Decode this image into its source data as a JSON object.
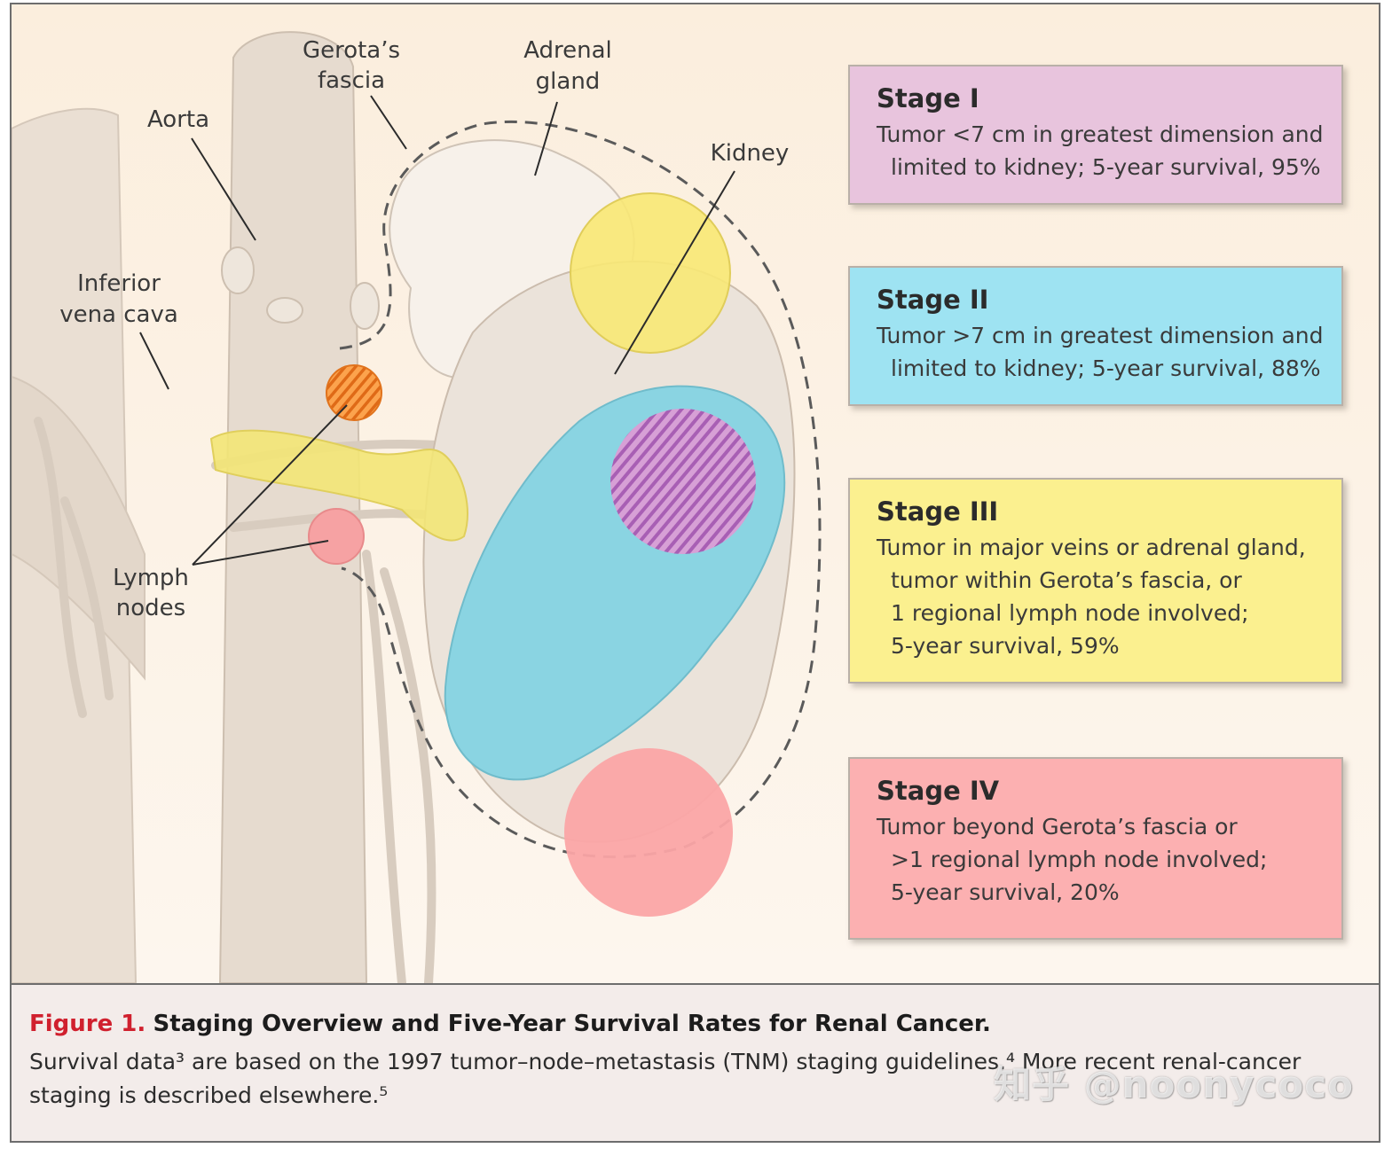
{
  "labels": {
    "gerotas_fascia": [
      "Gerota’s",
      "fascia"
    ],
    "adrenal_gland": [
      "Adrenal",
      "gland"
    ],
    "aorta": "Aorta",
    "kidney": "Kidney",
    "inferior_vena_cava": [
      "Inferior",
      "vena cava"
    ],
    "lymph_nodes": [
      "Lymph",
      "nodes"
    ]
  },
  "stages": [
    {
      "title": "Stage I",
      "color": "#e8c4dd",
      "lines": [
        "Tumor <7 cm in greatest dimension and",
        "limited to kidney; 5-year survival, 95%"
      ]
    },
    {
      "title": "Stage II",
      "color": "#9ee3f2",
      "lines": [
        "Tumor >7 cm in greatest dimension and",
        "limited to kidney; 5-year survival, 88%"
      ]
    },
    {
      "title": "Stage III",
      "color": "#fbf08f",
      "lines": [
        "Tumor in major veins or adrenal gland,",
        "tumor within Gerota’s fascia, or",
        "1 regional lymph node involved;",
        "5-year survival, 59%"
      ]
    },
    {
      "title": "Stage IV",
      "color": "#fcb0b1",
      "lines": [
        "Tumor beyond Gerota’s fascia or",
        ">1 regional lymph node involved;",
        "5-year survival, 20%"
      ]
    }
  ],
  "caption": {
    "label": "Figure 1.",
    "title": "Staging Overview and Five-Year Survival Rates for Renal Cancer.",
    "body": "Survival data³ are based on the 1997 tumor–node–metastasis (TNM) staging guidelines.⁴ More recent renal-cancer staging is described elsewhere.⁵"
  },
  "watermark": "知乎 @noonycoco"
}
